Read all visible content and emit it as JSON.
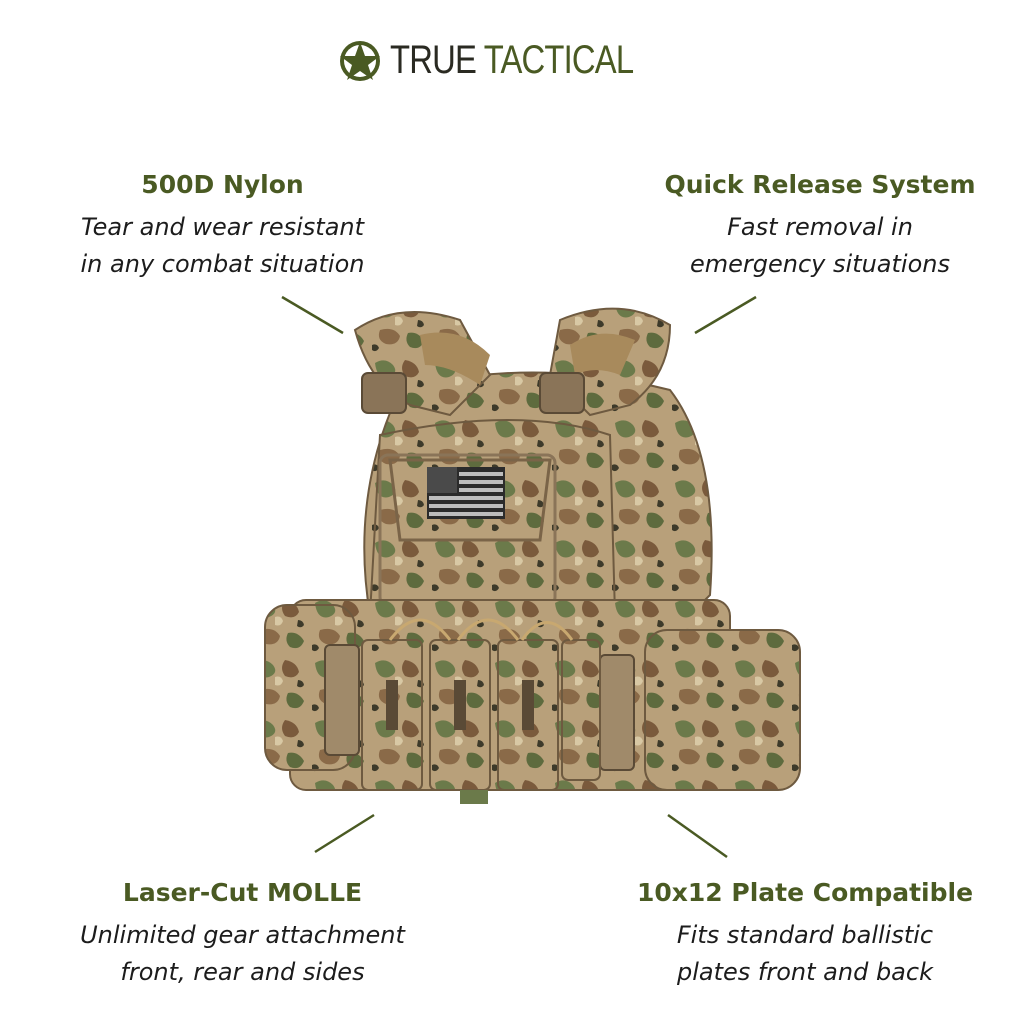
{
  "brand": {
    "name_part1": "TRUE",
    "name_part2": "TACTICAL",
    "logo_icon": "star-emblem-icon"
  },
  "features": {
    "top_left": {
      "title": "500D Nylon",
      "line1": "Tear and wear resistant",
      "line2": "in any combat situation"
    },
    "top_right": {
      "title": "Quick Release System",
      "line1": "Fast removal in",
      "line2": "emergency situations"
    },
    "bottom_left": {
      "title": "Laser-Cut MOLLE",
      "line1": "Unlimited gear attachment",
      "line2": "front, rear and sides"
    },
    "bottom_right": {
      "title": "10x12 Plate Compatible",
      "line1": "Fits standard ballistic",
      "line2": "plates front and back"
    }
  },
  "product_image": "multicam-plate-carrier-vest",
  "colors": {
    "accent_olive": "#4a5a23",
    "text_dark": "#1c1c1c",
    "camo_tan": "#b8a07a",
    "camo_green": "#6b7a4a",
    "camo_brown": "#7a5a3c"
  }
}
